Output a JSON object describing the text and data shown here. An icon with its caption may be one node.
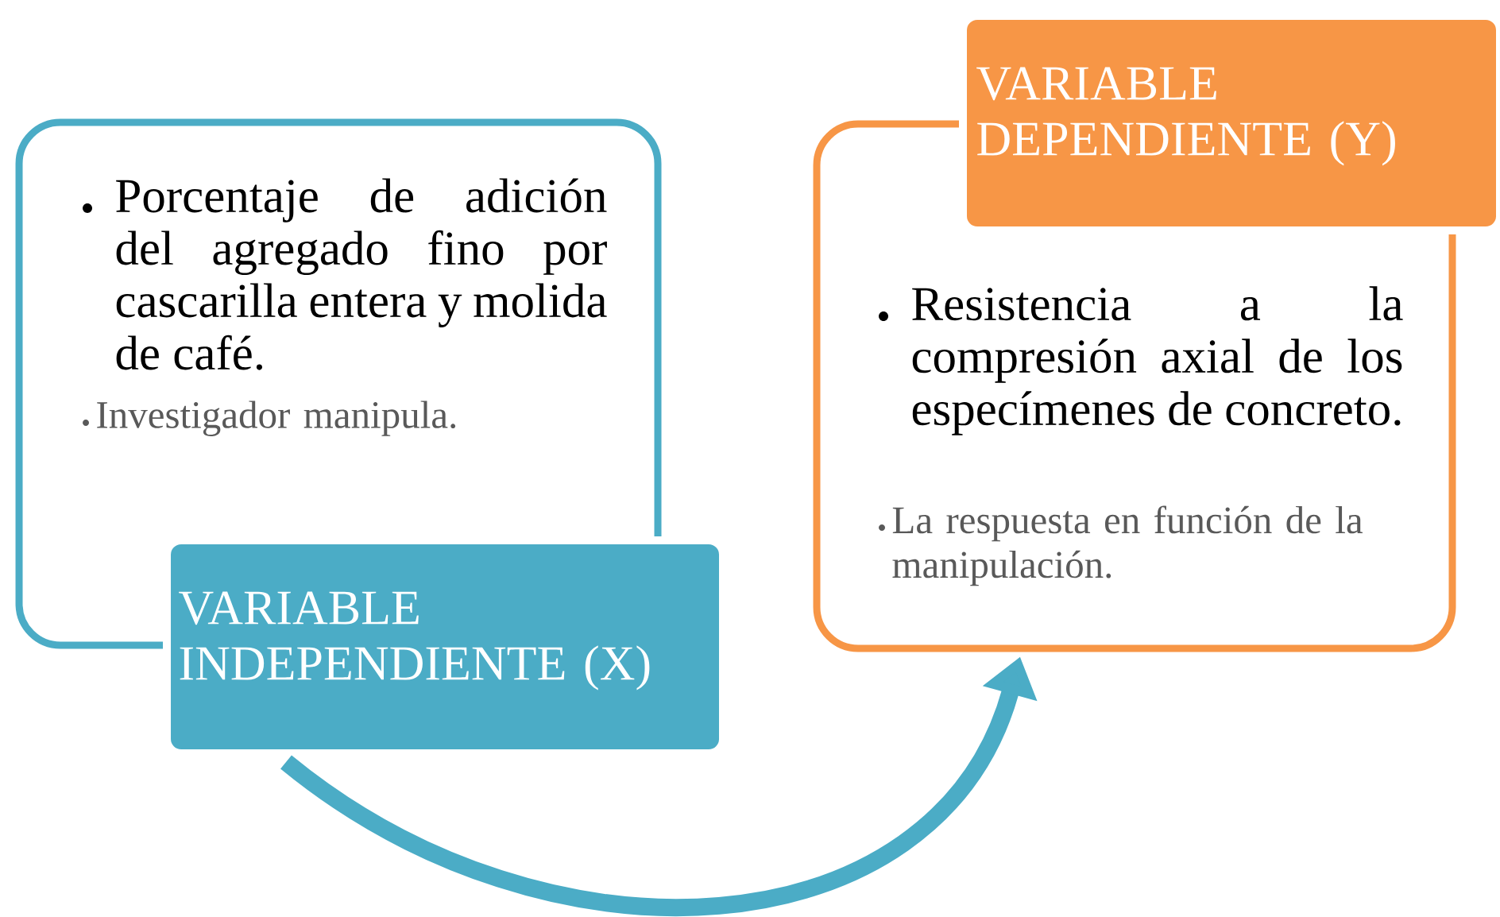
{
  "diagram": {
    "nodes": [
      {
        "text": [
          "Porcentaje de adición del agregado fino por cascarilla entera y molida de café.",
          "Investigador manipula."
        ]
      },
      {
        "text": [
          "VARIABLE INDEPENDIENTE (X)"
        ]
      },
      {
        "text": [
          "Resistencia a la compresión axial de los especímenes de concreto.",
          "La respuesta en función de la manipulación."
        ]
      },
      {
        "text": [
          "VARIABLE DEPENDIENTE (Y)"
        ]
      }
    ],
    "edges": [
      {
        "from": 1,
        "to": 2,
        "arrow": "to"
      }
    ]
  }
}
